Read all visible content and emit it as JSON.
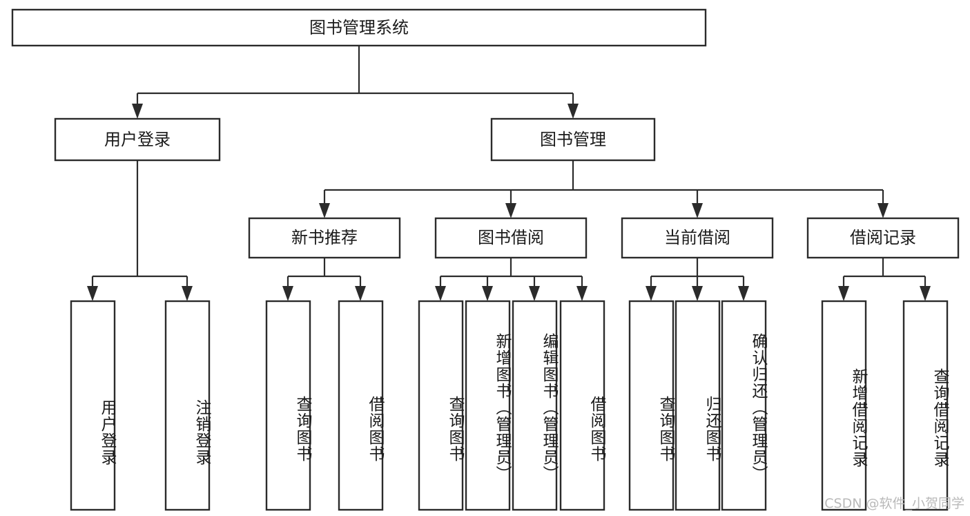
{
  "chart_data": {
    "type": "diagram",
    "diagram_kind": "hierarchy-tree",
    "title": "图书管理系统",
    "orientation": "top-down",
    "levels": 4,
    "edge_style": "orthogonal-with-arrowheads",
    "node_style": "rectangle",
    "colors": {
      "node_fill": "#ffffff",
      "node_stroke": "#2b2b2b",
      "connector": "#2b2b2b",
      "text": "#1a1a1a",
      "background": "#ffffff",
      "watermark": "#b9b9b9"
    },
    "nodes": [
      {
        "id": "root",
        "label": "图书管理系统",
        "level": 0,
        "parent": null,
        "orientation": "horizontal"
      },
      {
        "id": "l1-login",
        "label": "用户登录",
        "level": 1,
        "parent": "root",
        "orientation": "horizontal"
      },
      {
        "id": "l1-book",
        "label": "图书管理",
        "level": 1,
        "parent": "root",
        "orientation": "horizontal"
      },
      {
        "id": "l2-newbook",
        "label": "新书推荐",
        "level": 2,
        "parent": "l1-book",
        "orientation": "horizontal"
      },
      {
        "id": "l2-borrow",
        "label": "图书借阅",
        "level": 2,
        "parent": "l1-book",
        "orientation": "horizontal"
      },
      {
        "id": "l2-current",
        "label": "当前借阅",
        "level": 2,
        "parent": "l1-book",
        "orientation": "horizontal"
      },
      {
        "id": "l2-record",
        "label": "借阅记录",
        "level": 2,
        "parent": "l1-book",
        "orientation": "horizontal"
      },
      {
        "id": "l3-a1",
        "label": "用户登录",
        "level": 3,
        "parent": "l1-login",
        "orientation": "vertical"
      },
      {
        "id": "l3-a2",
        "label": "注销登录",
        "level": 3,
        "parent": "l1-login",
        "orientation": "vertical"
      },
      {
        "id": "l3-b1",
        "label": "查询图书",
        "level": 3,
        "parent": "l2-newbook",
        "orientation": "vertical"
      },
      {
        "id": "l3-b2",
        "label": "借阅图书",
        "level": 3,
        "parent": "l2-newbook",
        "orientation": "vertical"
      },
      {
        "id": "l3-c1",
        "label": "查询图书",
        "level": 3,
        "parent": "l2-borrow",
        "orientation": "vertical"
      },
      {
        "id": "l3-c2",
        "label": "新增图书（管理员）",
        "level": 3,
        "parent": "l2-borrow",
        "orientation": "vertical"
      },
      {
        "id": "l3-c3",
        "label": "编辑图书（管理员）",
        "level": 3,
        "parent": "l2-borrow",
        "orientation": "vertical"
      },
      {
        "id": "l3-c4",
        "label": "借阅图书",
        "level": 3,
        "parent": "l2-borrow",
        "orientation": "vertical"
      },
      {
        "id": "l3-d1",
        "label": "查询图书",
        "level": 3,
        "parent": "l2-current",
        "orientation": "vertical"
      },
      {
        "id": "l3-d2",
        "label": "归还图书",
        "level": 3,
        "parent": "l2-current",
        "orientation": "vertical"
      },
      {
        "id": "l3-d3",
        "label": "确认归还（管理员）",
        "level": 3,
        "parent": "l2-current",
        "orientation": "vertical"
      },
      {
        "id": "l3-e1",
        "label": "新增借阅记录",
        "level": 3,
        "parent": "l2-record",
        "orientation": "vertical"
      },
      {
        "id": "l3-e2",
        "label": "查询借阅记录",
        "level": 3,
        "parent": "l2-record",
        "orientation": "vertical"
      }
    ]
  },
  "diagram": {
    "root": {
      "label": "图书管理系统"
    },
    "level1": [
      {
        "label": "用户登录"
      },
      {
        "label": "图书管理"
      }
    ],
    "level2": [
      {
        "label": "新书推荐"
      },
      {
        "label": "图书借阅"
      },
      {
        "label": "当前借阅"
      },
      {
        "label": "借阅记录"
      }
    ],
    "leaves": [
      {
        "label": "用户登录"
      },
      {
        "label": "注销登录"
      },
      {
        "label": "查询图书"
      },
      {
        "label": "借阅图书"
      },
      {
        "label": "查询图书"
      },
      {
        "label": "新增图书（管理员）"
      },
      {
        "label": "编辑图书（管理员）"
      },
      {
        "label": "借阅图书"
      },
      {
        "label": "查询图书"
      },
      {
        "label": "归还图书"
      },
      {
        "label": "确认归还（管理员）"
      },
      {
        "label": "新增借阅记录"
      },
      {
        "label": "查询借阅记录"
      }
    ]
  },
  "watermark": {
    "text": "CSDN @软件_小贺同学"
  }
}
